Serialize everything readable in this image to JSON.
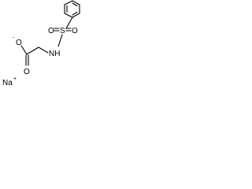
{
  "molecule": {
    "atoms": {
      "sulfur": "S",
      "sulfonyl_oxygen_left": "O",
      "sulfonyl_oxygen_right": "O",
      "amine": "NH",
      "carbonyl_oxygen": "O",
      "carboxylate_oxygen": "O",
      "carboxylate_charge": "-",
      "counterion": "Na",
      "counterion_charge": "+"
    }
  }
}
